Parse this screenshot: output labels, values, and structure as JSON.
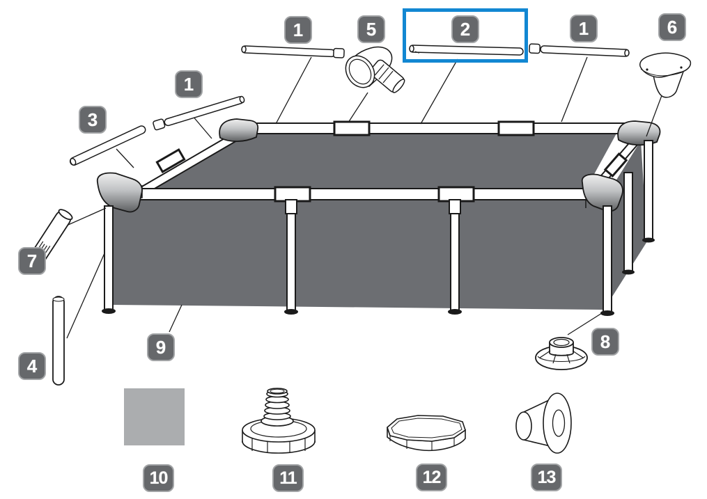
{
  "page": {
    "background": "#FFFFFF",
    "kind": "pool-parts-diagram"
  },
  "selection": {
    "highlighted_part": "2",
    "box_color": "#1287D2"
  },
  "label_style": {
    "background": "#66686B",
    "border": "#A2A4A6",
    "text": "#FFFFFF"
  },
  "pool": {
    "liner_color": "#6C6E72",
    "right_wall_color": "#686A6E",
    "patch_color": "#ABADAF"
  },
  "labels": [
    {
      "part": "1",
      "name": "top-rail-left"
    },
    {
      "part": "5",
      "name": "tee-connector"
    },
    {
      "part": "2",
      "name": "top-rail-highlighted"
    },
    {
      "part": "1",
      "name": "top-rail-right"
    },
    {
      "part": "6",
      "name": "corner-joint"
    },
    {
      "part": "1",
      "name": "top-rail-diagonal"
    },
    {
      "part": "3",
      "name": "short-rail"
    },
    {
      "part": "7",
      "name": "slotted-leg-sleeve"
    },
    {
      "part": "4",
      "name": "vertical-leg"
    },
    {
      "part": "9",
      "name": "pool-liner"
    },
    {
      "part": "8",
      "name": "leg-base-foot"
    },
    {
      "part": "10",
      "name": "repair-patch"
    },
    {
      "part": "11",
      "name": "drain-valve"
    },
    {
      "part": "12",
      "name": "drain-cap"
    },
    {
      "part": "13",
      "name": "wall-fitting"
    }
  ]
}
